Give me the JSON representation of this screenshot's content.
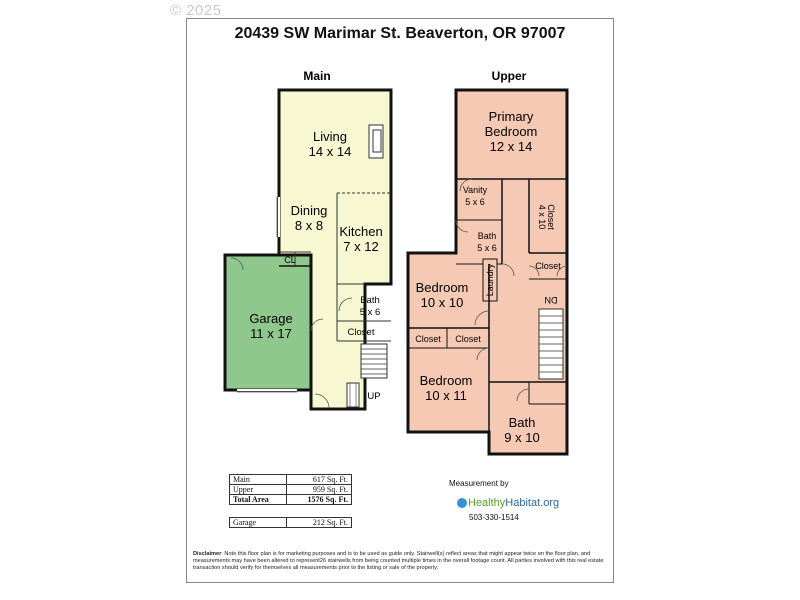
{
  "watermark": "© 2025",
  "address": "20439 SW Marimar St. Beaverton, OR 97007",
  "floors": {
    "main": "Main",
    "upper": "Upper"
  },
  "rooms": {
    "living": {
      "name": "Living",
      "size": "14 x 14"
    },
    "dining": {
      "name": "Dining",
      "size": "8 x 8"
    },
    "kitchen": {
      "name": "Kitchen",
      "size": "7 x 12"
    },
    "cl": {
      "name": "CL"
    },
    "garage": {
      "name": "Garage",
      "size": "11 x 17"
    },
    "main_bath": {
      "name": "Bath",
      "size": "5 x 6"
    },
    "main_closet": {
      "name": "Closet"
    },
    "up": {
      "name": "UP"
    },
    "primary_bedroom": {
      "name1": "Primary",
      "name2": "Bedroom",
      "size": "12 x 14"
    },
    "vanity": {
      "name": "Vanity",
      "size": "5 x 6"
    },
    "closet_4x10": {
      "name": "Closet",
      "size": "4 x 10"
    },
    "upper_bath1": {
      "name": "Bath",
      "size": "5 x 6"
    },
    "laundry": {
      "name": "Laundry"
    },
    "closet_upper_right": {
      "name": "Closet"
    },
    "dn": {
      "name": "DN"
    },
    "bedroom1": {
      "name": "Bedroom",
      "size": "10 x 10"
    },
    "closet_a": {
      "name": "Closet"
    },
    "closet_b": {
      "name": "Closet"
    },
    "bedroom2": {
      "name": "Bedroom",
      "size": "10 x 11"
    },
    "upper_bath2": {
      "name": "Bath",
      "size": "9 x 10"
    }
  },
  "area_table": [
    {
      "label": "Main",
      "value": "617 Sq. Ft."
    },
    {
      "label": "Upper",
      "value": "959 Sq. Ft."
    },
    {
      "label": "Total Area",
      "value": "1576 Sq. Ft."
    }
  ],
  "garage_table": {
    "label": "Garage",
    "value": "212 Sq. Ft."
  },
  "measurement": {
    "by": "Measurement by",
    "logo_part1": "Healthy",
    "logo_part2": "Habitat",
    "logo_part3": ".org",
    "phone": "503-330-1514"
  },
  "disclaimer": {
    "label": "Disclaimer",
    "text": ": Note this floor plan is for marketing purposes and is to be used as guide only.  Stairwell(s) reflect areas that might appear twice on the floor plan, and measurements may have been altered to represent26 stairwells from being counted multiple times in the overall footage count.  All parties involved with this real estate transaction should verify for themselves all measurements prior to the listing or sale of the property."
  },
  "colors": {
    "main_fill": "#f7f8d2",
    "garage_fill": "#8fc88c",
    "upper_fill": "#f6c9b4",
    "wall": "#111111"
  }
}
